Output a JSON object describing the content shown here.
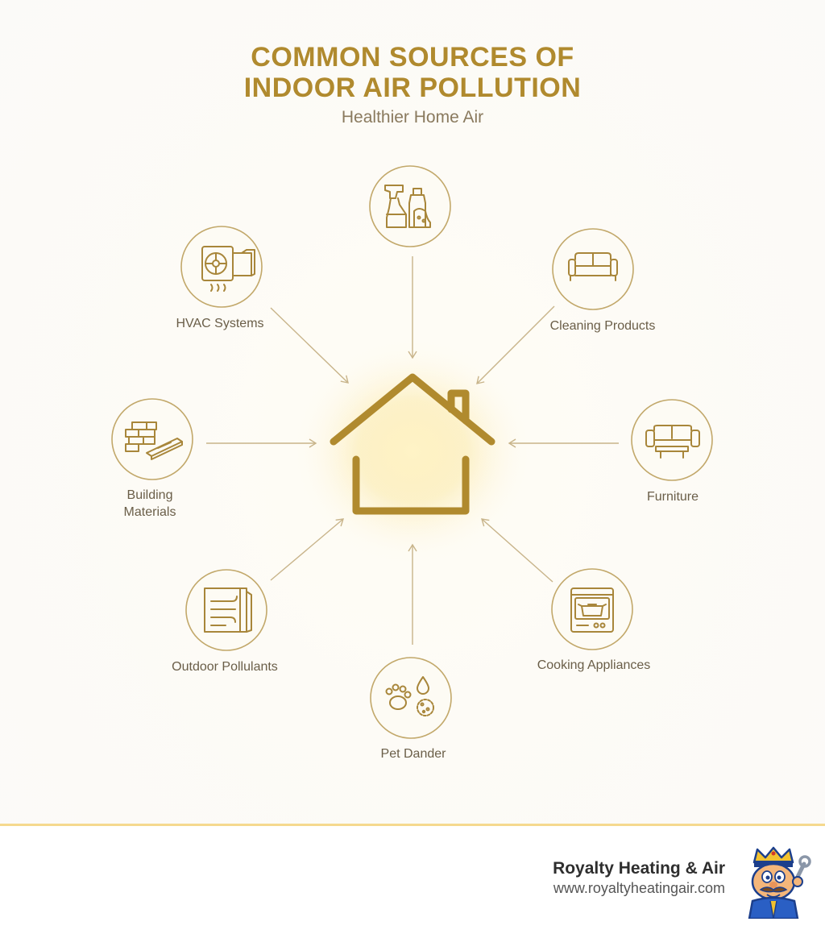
{
  "header": {
    "title_line1": "COMMON SOURCES OF",
    "title_line2": "INDOOR AIR POLLUTION",
    "subtitle": "Healthier Home Air"
  },
  "diagram": {
    "center": {
      "icon": "house-icon"
    },
    "nodes": [
      {
        "id": "cleaning-supplies",
        "icon": "spray-bottle-icon",
        "label": ""
      },
      {
        "id": "hvac",
        "icon": "hvac-unit-icon",
        "label": "HVAC Systems"
      },
      {
        "id": "cleaning",
        "icon": "sofa-icon",
        "label": "Cleaning Products"
      },
      {
        "id": "building",
        "icon": "bricks-icon",
        "label": "Building\nMaterials"
      },
      {
        "id": "furniture",
        "icon": "couch-table-icon",
        "label": "Furniture"
      },
      {
        "id": "outdoor",
        "icon": "window-wind-icon",
        "label": "Outdoor Pollulants"
      },
      {
        "id": "cooking",
        "icon": "stove-icon",
        "label": "Cooking Appliances"
      },
      {
        "id": "pet",
        "icon": "paw-allergen-icon",
        "label": "Pet Dander"
      }
    ]
  },
  "footer": {
    "brand": "Royalty Heating & Air",
    "url": "www.royaltyheatingair.com",
    "mascot_icon": "king-mascot-icon"
  },
  "colors": {
    "gold": "#b08a2e",
    "icon_stroke": "#a8863a",
    "arrow": "#c8b48a",
    "text": "#6a5e48",
    "footer_line": "#f5d98e"
  }
}
